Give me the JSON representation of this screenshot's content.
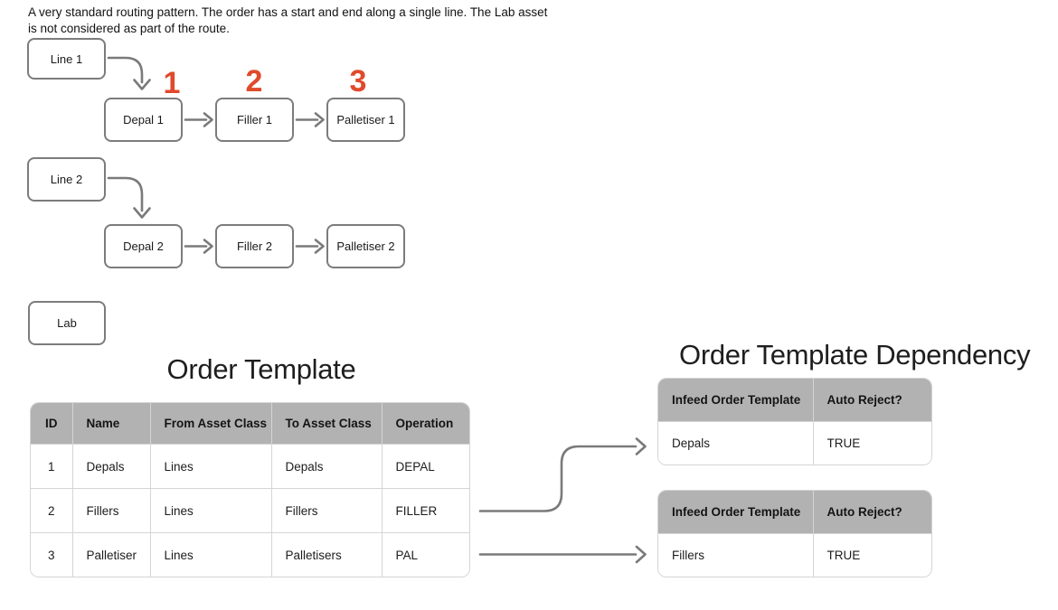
{
  "description": {
    "line1": "A very standard routing pattern. The order has a start and end along a single line. The Lab asset",
    "line2": "is not considered as part of the route."
  },
  "flowchart": {
    "nodes": [
      {
        "id": "line1",
        "label": "Line 1"
      },
      {
        "id": "depal1",
        "label": "Depal 1"
      },
      {
        "id": "filler1",
        "label": "Filler 1"
      },
      {
        "id": "palletiser1",
        "label": "Palletiser 1"
      },
      {
        "id": "line2",
        "label": "Line 2"
      },
      {
        "id": "depal2",
        "label": "Depal 2"
      },
      {
        "id": "filler2",
        "label": "Filler 2"
      },
      {
        "id": "palletiser2",
        "label": "Palletiser 2"
      },
      {
        "id": "lab",
        "label": "Lab"
      }
    ],
    "step_numbers": [
      "1",
      "2",
      "3"
    ]
  },
  "order_template": {
    "title": "Order Template",
    "columns": [
      "ID",
      "Name",
      "From Asset Class",
      "To Asset Class",
      "Operation"
    ],
    "rows": [
      [
        "1",
        "Depals",
        "Lines",
        "Depals",
        "DEPAL"
      ],
      [
        "2",
        "Fillers",
        "Lines",
        "Fillers",
        "FILLER"
      ],
      [
        "3",
        "Palletiser",
        "Lines",
        "Palletisers",
        "PAL"
      ]
    ]
  },
  "order_template_dependency": {
    "title": "Order Template Dependency",
    "tables": [
      {
        "columns": [
          "Infeed Order Template",
          "Auto Reject?"
        ],
        "rows": [
          [
            "Depals",
            "TRUE"
          ]
        ]
      },
      {
        "columns": [
          "Infeed Order Template",
          "Auto Reject?"
        ],
        "rows": [
          [
            "Fillers",
            "TRUE"
          ]
        ]
      }
    ]
  },
  "colors": {
    "step_number_accent": "#e04a2c",
    "box_border_gray": "#7c7c7c",
    "arrow_gray": "#7a7a7a",
    "table_header_gray": "#b2b2b2",
    "table_border_light": "#d5d5d5",
    "background": "#ffffff"
  }
}
